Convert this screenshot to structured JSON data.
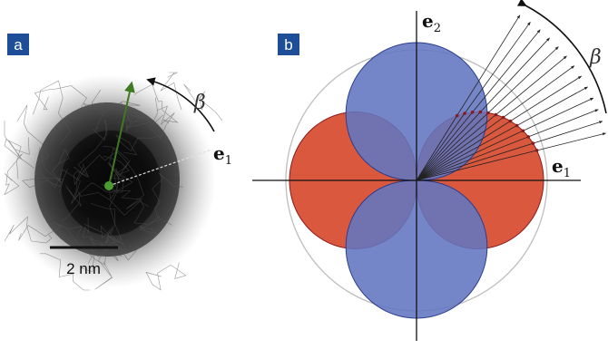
{
  "panel_a": {
    "label": "a",
    "direction_label": "e",
    "direction_subscript": "1",
    "angle_label": "β",
    "scale_bar_label": "2 nm",
    "colors": {
      "cloud": "#111111",
      "arrow": "#3d7a22",
      "center": "#4a9a32"
    }
  },
  "panel_b": {
    "label": "b",
    "axis_x_label": "e",
    "axis_x_subscript": "1",
    "axis_y_label": "e",
    "axis_y_subscript": "2",
    "angle_label": "β",
    "colors": {
      "red_lobes": "#d64a2e",
      "blue_lobes": "#6275c0",
      "circle": "#bdbdbd",
      "rays": "#333333",
      "dots": "#8b1a1a"
    }
  },
  "colors": {
    "label_bg": "#1f4e99"
  }
}
